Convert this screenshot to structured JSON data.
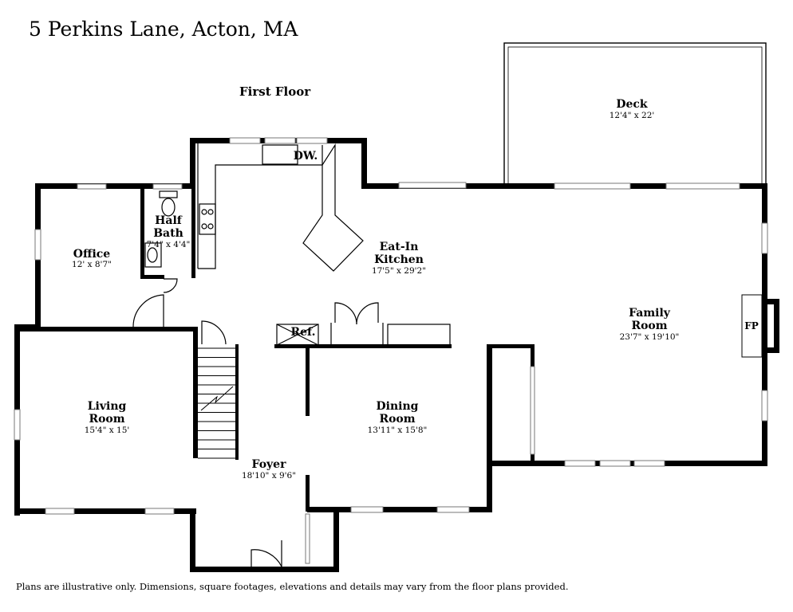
{
  "title": "5 Perkins Lane, Acton, MA",
  "floor_label": "First Floor",
  "disclaimer": "Plans are illustrative only. Dimensions, square footages, elevations and details may vary from the floor plans provided.",
  "rooms": {
    "deck": {
      "name": "Deck",
      "dims": "12'4\" x 22'"
    },
    "office": {
      "name": "Office",
      "dims": "12' x 8'7\""
    },
    "half_bath": {
      "name_line1": "Half",
      "name_line2": "Bath",
      "dims": "7'4\" x 4'4\""
    },
    "kitchen": {
      "name_line1": "Eat-In",
      "name_line2": "Kitchen",
      "dims": "17'5\" x 29'2\""
    },
    "family": {
      "name_line1": "Family",
      "name_line2": "Room",
      "dims": "23'7\" x 19'10\""
    },
    "living": {
      "name_line1": "Living",
      "name_line2": "Room",
      "dims": "15'4\" x 15'"
    },
    "dining": {
      "name_line1": "Dining",
      "name_line2": "Room",
      "dims": "13'11\" x 15'8\""
    },
    "foyer": {
      "name": "Foyer",
      "dims": "18'10\" x 9'6\""
    }
  },
  "fixtures": {
    "dishwasher": "DW.",
    "refrigerator": "Ref.",
    "fireplace": "FP"
  }
}
